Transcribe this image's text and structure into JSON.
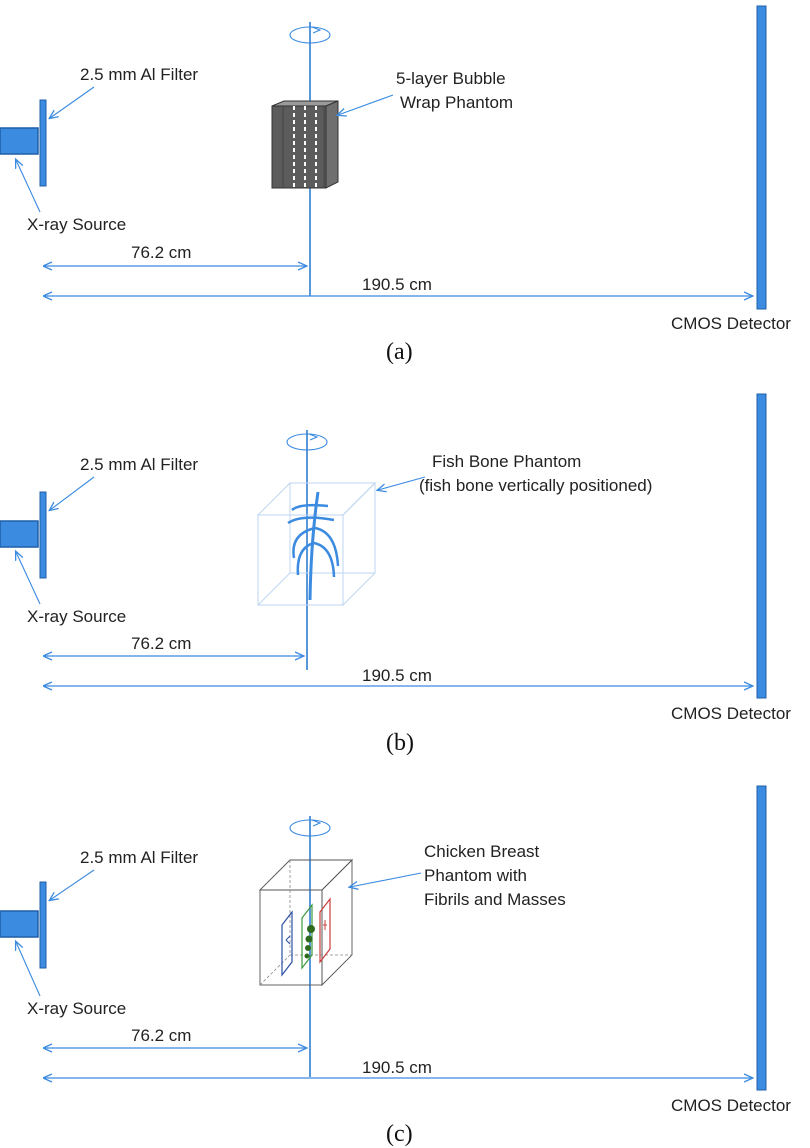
{
  "colors": {
    "accent_blue": "#3b8be0",
    "source_fill": "#3b8be0",
    "detector_fill": "#3b8be0",
    "label_text": "#222222"
  },
  "panels": [
    {
      "caption": "(a)",
      "filter_label": "2.5 mm Al Filter",
      "source_label": "X-ray Source",
      "phantom_label_lines": [
        "5-layer Bubble",
        "Wrap Phantom"
      ],
      "distance_short": "76.2 cm",
      "distance_long": "190.5 cm",
      "detector_label": "CMOS Detector"
    },
    {
      "caption": "(b)",
      "filter_label": "2.5 mm Al Filter",
      "source_label": "X-ray Source",
      "phantom_label_lines": [
        "Fish Bone Phantom",
        "(fish bone vertically positioned)"
      ],
      "distance_short": "76.2 cm",
      "distance_long": "190.5 cm",
      "detector_label": "CMOS Detector"
    },
    {
      "caption": "(c)",
      "filter_label": "2.5 mm Al Filter",
      "source_label": "X-ray Source",
      "phantom_label_lines": [
        "Chicken Breast",
        "Phantom with",
        "Fibrils and Masses"
      ],
      "distance_short": "76.2 cm",
      "distance_long": "190.5 cm",
      "detector_label": "CMOS Detector"
    }
  ]
}
